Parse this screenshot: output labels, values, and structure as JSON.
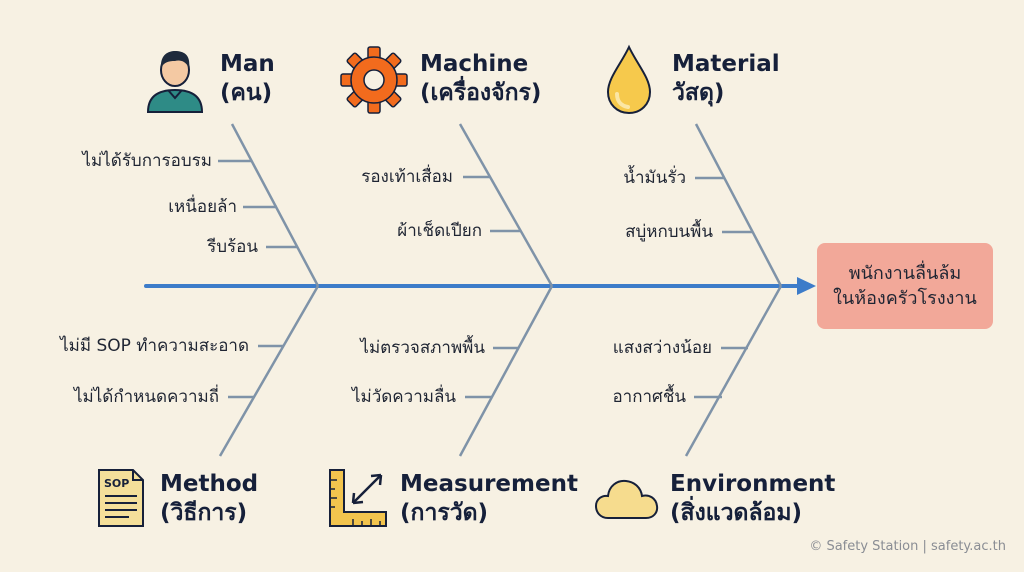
{
  "effect": {
    "line1": "พนักงานลื่นล้ม",
    "line2": "ในห้องครัวโรงงาน"
  },
  "categories": {
    "man": {
      "title": "Man",
      "subtitle": "(คน)",
      "icon": "person-icon",
      "causes": [
        "ไม่ได้รับการอบรม",
        "เหนื่อยล้า",
        "รีบร้อน"
      ]
    },
    "machine": {
      "title": "Machine",
      "subtitle": "(เครื่องจักร)",
      "icon": "gear-icon",
      "causes": [
        "รองเท้าเสื่อม",
        "ผ้าเช็ดเปียก"
      ]
    },
    "material": {
      "title": "Material",
      "subtitle": "วัสดุ)",
      "icon": "oil-drop-icon",
      "causes": [
        "น้ำมันรั่ว",
        "สบู่หกบนพื้น"
      ]
    },
    "method": {
      "title": "Method",
      "subtitle": "(วิธีการ)",
      "icon": "sop-document-icon",
      "icon_text": "SOP",
      "causes": [
        "ไม่มี SOP ทำความสะอาด",
        "ไม่ได้กำหนดความถี่"
      ]
    },
    "measurement": {
      "title": "Measurement",
      "subtitle": "(การวัด)",
      "icon": "ruler-icon",
      "causes": [
        "ไม่ตรวจสภาพพื้น",
        "ไม่วัดความลื่น"
      ]
    },
    "environment": {
      "title": "Environment",
      "subtitle": "(สิ่งแวดล้อม)",
      "icon": "cloud-icon",
      "causes": [
        "แสงสว่างน้อย",
        "อากาศชื้น"
      ]
    }
  },
  "colors": {
    "spine": "#3d7cc9",
    "bone": "#7f93a8",
    "effect_box": "#f2a899",
    "background": "#f7f1e3"
  },
  "credit": "© Safety Station | safety.ac.th"
}
